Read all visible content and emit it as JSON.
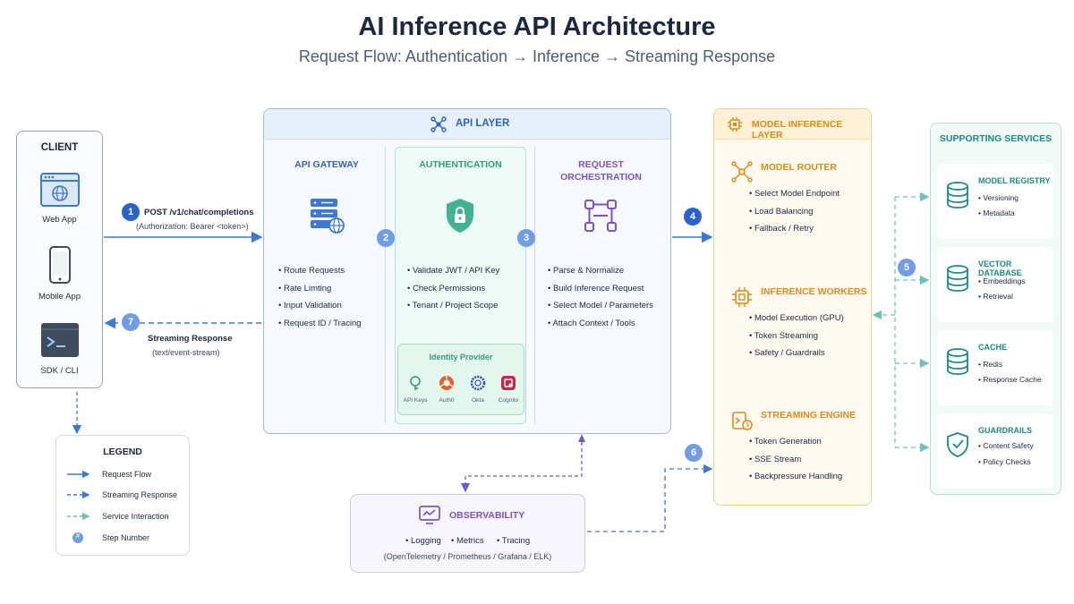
{
  "title": "AI Inference API Architecture",
  "subtitle": "Request Flow: Authentication → Inference → Streaming Response",
  "client": {
    "title": "CLIENT",
    "items": [
      {
        "label": "Web App",
        "icon": "browser-icon"
      },
      {
        "label": "Mobile App",
        "icon": "mobile-icon"
      },
      {
        "label": "SDK / CLI",
        "icon": "terminal-icon"
      }
    ]
  },
  "request": {
    "step": "1",
    "endpoint": "POST /v1/chat/completions",
    "header": "(Authorization: Bearer <token>)"
  },
  "response": {
    "step": "7",
    "label": "Streaming Response",
    "format": "(text/event-stream)"
  },
  "api_layer": {
    "title": "API LAYER",
    "gateway": {
      "title": "API GATEWAY",
      "bullets": [
        "• Route Requests",
        "• Rate Limting",
        "• Input Validation",
        "• Request ID / Tracing"
      ]
    },
    "auth": {
      "title": "AUTHENTICATION",
      "step": "2",
      "bullets": [
        "• Validate JWT / API Key",
        "• Check Permissions",
        "• Tenant / Project Scope"
      ]
    },
    "orchestration": {
      "title_line1": "REQUEST",
      "title_line2": "ORCHESTRATION",
      "step": "3",
      "bullets": [
        "• Parse & Normalize",
        "• Build Inference Request",
        "• Select Model / Parameters",
        "• Attach Context / Tools"
      ]
    },
    "identity_provider": {
      "title": "Identity Provider",
      "providers": [
        "API Keys",
        "Auth0",
        "Okta",
        "Cognito"
      ]
    }
  },
  "model_layer": {
    "title": "MODEL INFERENCE LAYER",
    "step": "4",
    "router": {
      "title": "MODEL ROUTER",
      "bullets": [
        "• Select Model Endpoint",
        "• Load Balancing",
        "• Fallback / Retry"
      ]
    },
    "workers": {
      "title": "INFERENCE WORKERS",
      "bullets": [
        "• Model Execution (GPU)",
        "• Token Streaming",
        "• Safety / Guardrails"
      ]
    },
    "streaming": {
      "title": "STREAMING ENGINE",
      "bullets": [
        "• Token Generation",
        "• SSE Stream",
        "• Backpressure Handling"
      ]
    }
  },
  "supporting": {
    "title": "SUPPORTING SERVICES",
    "step": "5",
    "services": [
      {
        "title": "MODEL REGISTRY",
        "bullets": [
          "• Versioning",
          "• Metadata"
        ],
        "icon": "database-icon"
      },
      {
        "title": "VECTOR DATABASE",
        "bullets": [
          "• Embeddings",
          "• Retrieval"
        ],
        "icon": "database-icon"
      },
      {
        "title": "CACHE",
        "bullets": [
          "• Redis",
          "• Response Cache"
        ],
        "icon": "database-icon"
      },
      {
        "title": "GUARDRAILS",
        "bullets": [
          "• Content Safety",
          "• Policy Checks"
        ],
        "icon": "shield-icon"
      }
    ]
  },
  "observability": {
    "title": "OBSERVABILITY",
    "step": "6",
    "items": [
      "• Logging",
      "• Metrics",
      "• Tracing"
    ],
    "tools": "(OpenTelemetry / Prometheus / Grafana / ELK)"
  },
  "legend": {
    "title": "LEGEND",
    "items": [
      "Request Flow",
      "Streaming Response",
      "Service Interaction",
      "Step Number"
    ],
    "step_symbol": "#"
  },
  "colors": {
    "request": "#3b78d8",
    "api_border": "#9dbbe6",
    "auth": "#2f9e7a",
    "orchestration": "#7b52c9",
    "model": "#e08a16",
    "support": "#1a8a86",
    "observability": "#7b52c9"
  }
}
